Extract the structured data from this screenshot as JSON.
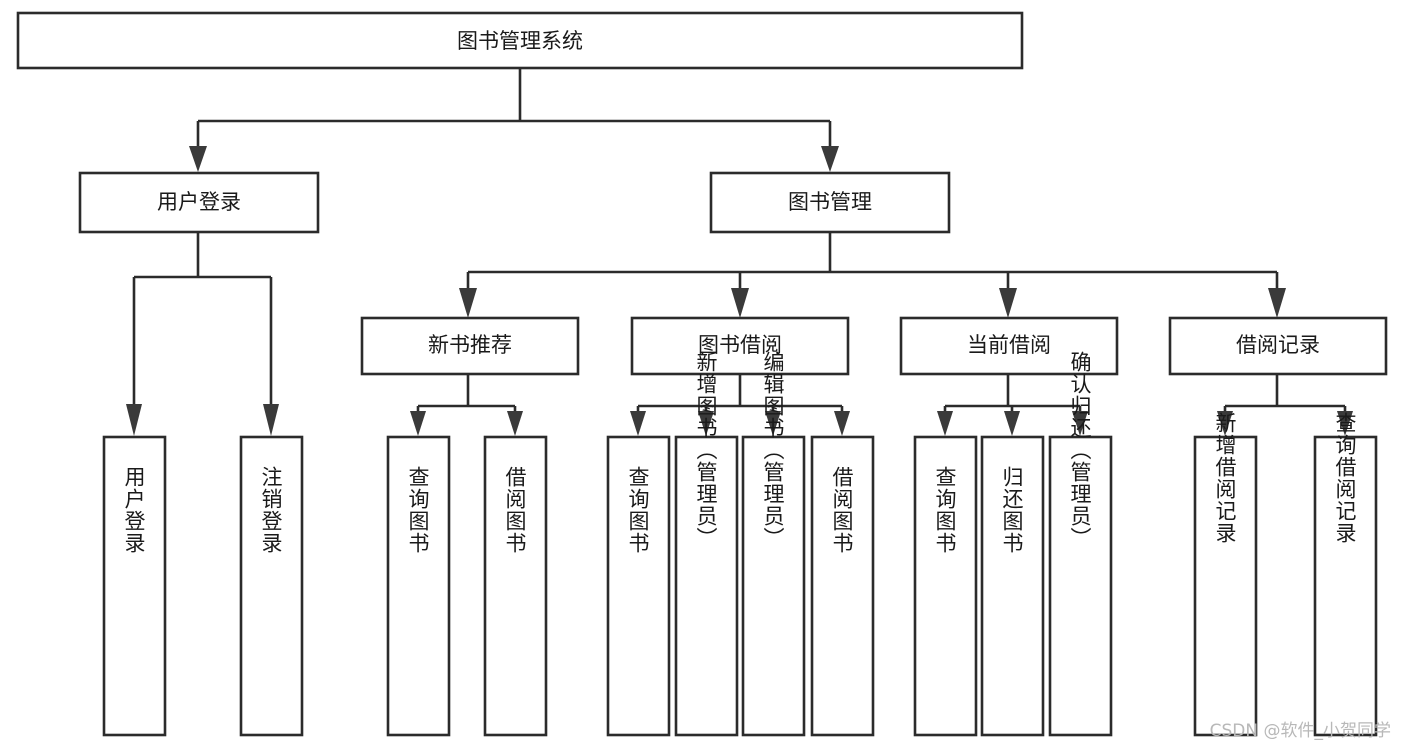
{
  "diagram": {
    "title": "图书管理系统",
    "type": "tree-hierarchy",
    "watermark": "CSDN @软件_小贺同学",
    "colors": {
      "background": "#ffffff",
      "stroke": "#2b2b2b",
      "arrow": "#3a3a3a",
      "text": "#1a1a1a",
      "watermark": "#b8b8b8"
    },
    "nodes": {
      "root": {
        "label": "图书管理系统",
        "level": 0,
        "orientation": "horizontal"
      },
      "l1": [
        {
          "id": "user-login",
          "label": "用户登录",
          "orientation": "horizontal"
        },
        {
          "id": "book-manage",
          "label": "图书管理",
          "orientation": "horizontal"
        }
      ],
      "l2": [
        {
          "id": "new-book-rec",
          "label": "新书推荐",
          "parent": "book-manage",
          "orientation": "horizontal"
        },
        {
          "id": "book-borrow",
          "label": "图书借阅",
          "parent": "book-manage",
          "orientation": "horizontal"
        },
        {
          "id": "current-borrow",
          "label": "当前借阅",
          "parent": "book-manage",
          "orientation": "horizontal"
        },
        {
          "id": "borrow-record",
          "label": "借阅记录",
          "parent": "book-manage",
          "orientation": "horizontal"
        }
      ],
      "leaves": {
        "user-login": [
          {
            "id": "leaf-user-login",
            "label": "用户登录",
            "orientation": "vertical"
          },
          {
            "id": "leaf-logout",
            "label": "注销登录",
            "orientation": "vertical"
          }
        ],
        "new-book-rec": [
          {
            "id": "leaf-query-book-1",
            "label": "查询图书",
            "orientation": "vertical"
          },
          {
            "id": "leaf-borrow-book-1",
            "label": "借阅图书",
            "orientation": "vertical"
          }
        ],
        "book-borrow": [
          {
            "id": "leaf-query-book-2",
            "label": "查询图书",
            "orientation": "vertical"
          },
          {
            "id": "leaf-add-book",
            "label": "新增图书（管理员）",
            "orientation": "vertical"
          },
          {
            "id": "leaf-edit-book",
            "label": "编辑图书（管理员）",
            "orientation": "vertical"
          },
          {
            "id": "leaf-borrow-book-2",
            "label": "借阅图书",
            "orientation": "vertical"
          }
        ],
        "current-borrow": [
          {
            "id": "leaf-query-book-3",
            "label": "查询图书",
            "orientation": "vertical"
          },
          {
            "id": "leaf-return-book",
            "label": "归还图书",
            "orientation": "vertical"
          },
          {
            "id": "leaf-confirm-return",
            "label": "确认归还（管理员）",
            "orientation": "vertical"
          }
        ],
        "borrow-record": [
          {
            "id": "leaf-add-record",
            "label": "新增借阅记录",
            "orientation": "vertical"
          },
          {
            "id": "leaf-query-record",
            "label": "查询借阅记录",
            "orientation": "vertical"
          }
        ]
      }
    }
  }
}
